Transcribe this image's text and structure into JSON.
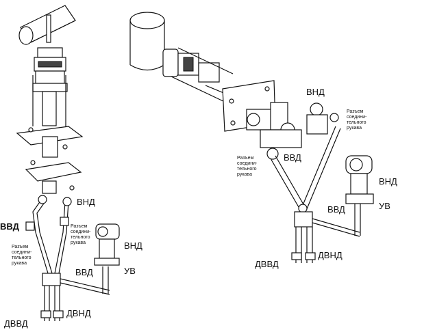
{
  "labels": {
    "left_vnd_top": "ВНД",
    "left_vvd_side": "ВВД",
    "left_hose_right": "Разъем соедини-тельного рукава",
    "left_hose_left": "Разъем соедини-тельного рукава",
    "left_vnd_sensor": "ВНД",
    "left_vvd_bottom": "ВВД",
    "left_uv": "УВ",
    "left_dvnd": "ДВНД",
    "left_dvvd": "ДВВД",
    "right_vnd_top": "ВНД",
    "right_hose_right": "Разъем соедини-тельного рукава",
    "right_hose_left": "Разъем соедини-тельного рукава",
    "right_vvd_upper": "ВВД",
    "right_vnd_sensor": "ВНД",
    "right_vvd_lower": "ВВД",
    "right_uv": "УВ",
    "right_dvnd": "ДВНД",
    "right_dvvd": "ДВВД"
  }
}
